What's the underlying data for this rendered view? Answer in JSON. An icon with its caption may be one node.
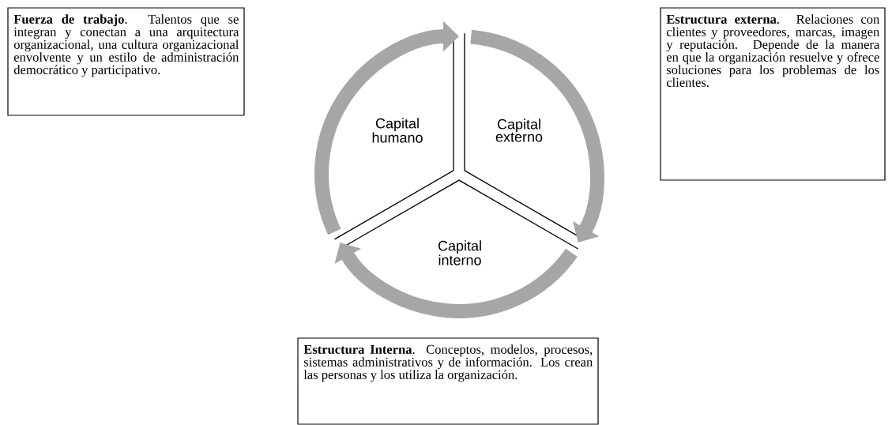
{
  "diagram": {
    "nodes": [
      {
        "text": [
          "**Fuerza de trabajo**. Talentos que se integran y conectan a una arquitectura organizacional, una cultura organizacional envolvente y un estilo de administración democrático y participativo."
        ]
      },
      {
        "text": [
          "Capital humano"
        ]
      },
      {
        "text": [
          "Capital externo"
        ]
      },
      {
        "text": [
          "**Estructura externa**. Relaciones con clientes y proveedores, marcas, imagen y reputación. Depende de la manera en que la organización resuelve y ofrece soluciones para los problemas de los clientes."
        ]
      },
      {
        "text": [
          "Capital interno"
        ]
      },
      {
        "text": [
          "**Estructura Interna**. Conceptos, modelos, procesos, sistemas administrativos y de información. Los crean las personas y los utiliza la organización."
        ]
      }
    ],
    "edges": [
      {
        "from": 1,
        "to": 2,
        "arrow": "to"
      },
      {
        "from": 2,
        "to": 4,
        "arrow": "to"
      },
      {
        "from": 4,
        "to": 1,
        "arrow": "to"
      }
    ]
  }
}
